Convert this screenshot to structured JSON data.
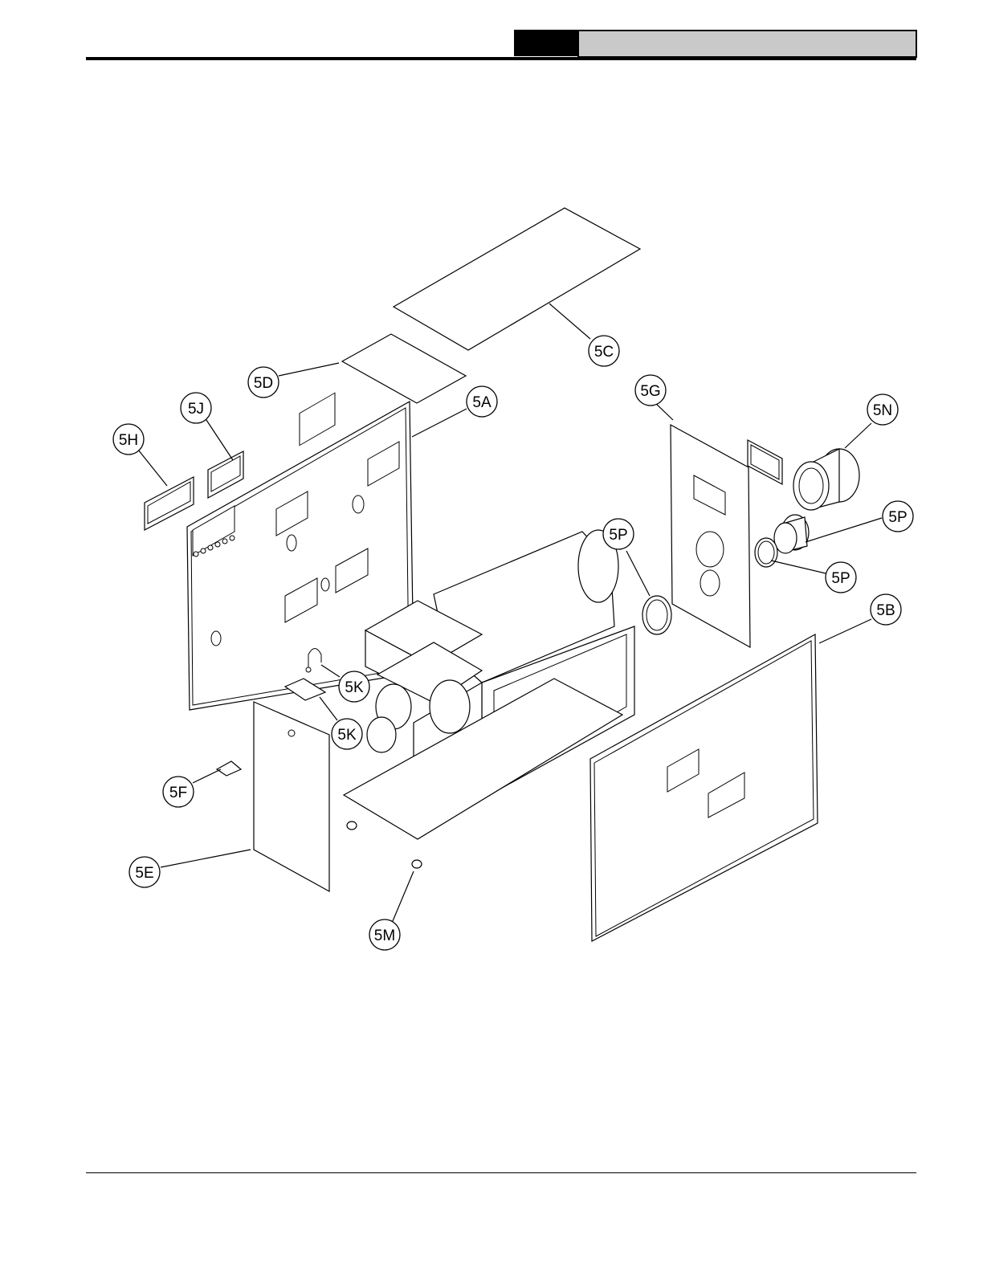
{
  "header": {
    "tab_text": ""
  },
  "callouts": [
    {
      "id": "5C",
      "label": "5C"
    },
    {
      "id": "5D",
      "label": "5D"
    },
    {
      "id": "5A",
      "label": "5A"
    },
    {
      "id": "5J",
      "label": "5J"
    },
    {
      "id": "5H",
      "label": "5H"
    },
    {
      "id": "5G",
      "label": "5G"
    },
    {
      "id": "5N",
      "label": "5N"
    },
    {
      "id": "5P-top",
      "label": "5P"
    },
    {
      "id": "5P-middle",
      "label": "5P"
    },
    {
      "id": "5P-right",
      "label": "5P"
    },
    {
      "id": "5B",
      "label": "5B"
    },
    {
      "id": "5K-upper",
      "label": "5K"
    },
    {
      "id": "5K-lower",
      "label": "5K"
    },
    {
      "id": "5F",
      "label": "5F"
    },
    {
      "id": "5E",
      "label": "5E"
    },
    {
      "id": "5M",
      "label": "5M"
    }
  ]
}
